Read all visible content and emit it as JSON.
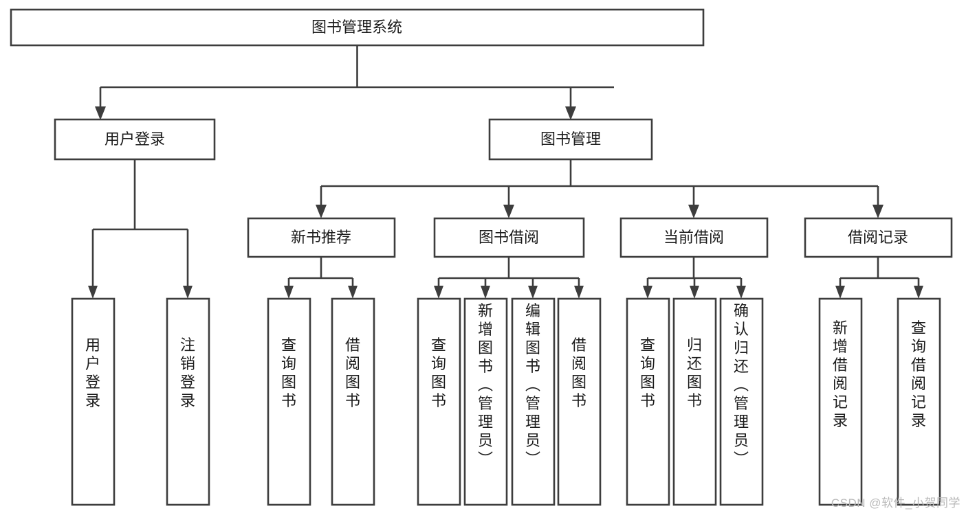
{
  "diagram": {
    "title": "图书管理系统",
    "type": "tree-hierarchy-chart",
    "colors": {
      "box_stroke": "#3d3d3d",
      "box_fill": "#ffffff",
      "text": "#1b1b1b",
      "background": "#ffffff",
      "watermark": "#b9b9b9"
    },
    "root": {
      "id": "root",
      "label": "图书管理系统"
    },
    "level2": [
      {
        "id": "user-login",
        "label": "用户登录"
      },
      {
        "id": "book-manage",
        "label": "图书管理"
      }
    ],
    "level3": [
      {
        "id": "new-book-recommend",
        "label": "新书推荐",
        "parent": "book-manage"
      },
      {
        "id": "book-borrow",
        "label": "图书借阅",
        "parent": "book-manage"
      },
      {
        "id": "current-borrow",
        "label": "当前借阅",
        "parent": "book-manage"
      },
      {
        "id": "borrow-record",
        "label": "借阅记录",
        "parent": "book-manage"
      }
    ],
    "leaves": {
      "user-login": [
        {
          "id": "leaf-user-login",
          "label": "用户登录"
        },
        {
          "id": "leaf-logout-login",
          "label": "注销登录"
        }
      ],
      "new-book-recommend": [
        {
          "id": "leaf-query-book-1",
          "label": "查询图书"
        },
        {
          "id": "leaf-borrow-book-1",
          "label": "借阅图书"
        }
      ],
      "book-borrow": [
        {
          "id": "leaf-query-book-2",
          "label": "查询图书"
        },
        {
          "id": "leaf-add-book",
          "label": "新增图书（管理员）"
        },
        {
          "id": "leaf-edit-book",
          "label": "编辑图书（管理员）"
        },
        {
          "id": "leaf-borrow-book-2",
          "label": "借阅图书"
        }
      ],
      "current-borrow": [
        {
          "id": "leaf-query-book-3",
          "label": "查询图书"
        },
        {
          "id": "leaf-return-book",
          "label": "归还图书"
        },
        {
          "id": "leaf-confirm-return",
          "label": "确认归还（管理员）"
        }
      ],
      "borrow-record": [
        {
          "id": "leaf-add-borrow-record",
          "label": "新增借阅记录"
        },
        {
          "id": "leaf-query-borrow-record",
          "label": "查询借阅记录"
        }
      ]
    }
  },
  "watermark": {
    "text": "CSDN @软件_小贺同学"
  }
}
